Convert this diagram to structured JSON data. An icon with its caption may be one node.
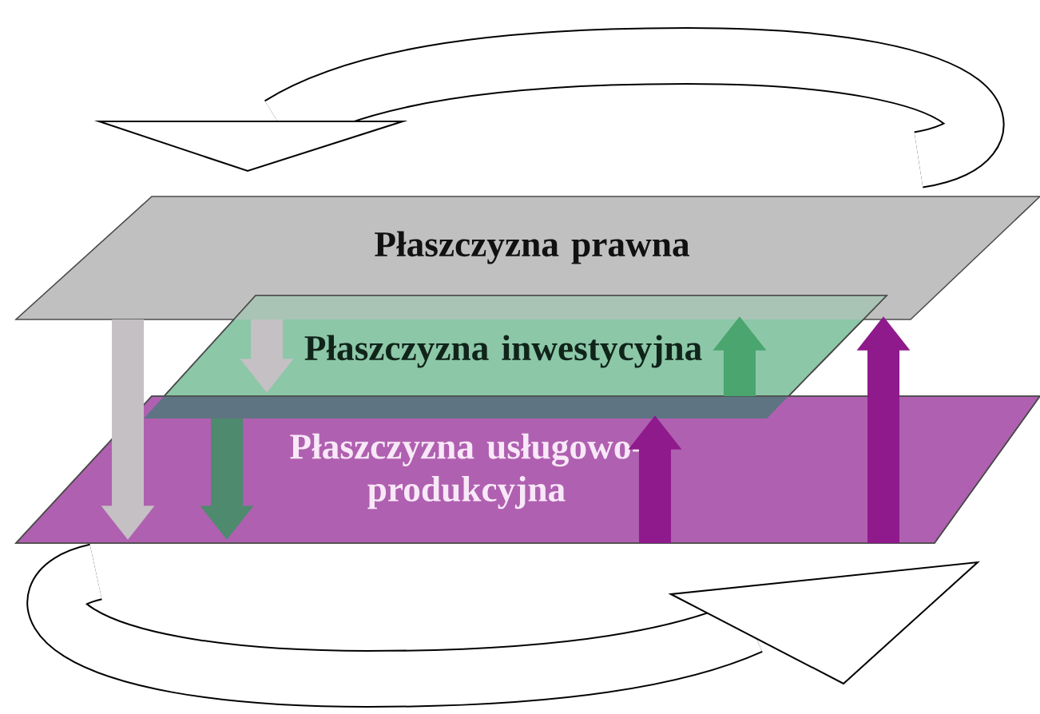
{
  "diagram": {
    "nodes": [
      {
        "text": [
          "Płaszczyzna prawna"
        ]
      },
      {
        "text": [
          "Płaszczyzna inwestycyjna"
        ]
      },
      {
        "text": [
          "Płaszczyzna usługowo-produkcyjna"
        ]
      }
    ],
    "edges": [
      {
        "from": 0,
        "to": 2,
        "arrow": "to",
        "color": "#c4c0c4"
      },
      {
        "from": 0,
        "to": 1,
        "arrow": "to",
        "color": "#c4c0c4"
      },
      {
        "from": 1,
        "to": 2,
        "arrow": "to",
        "color": "#4e8a6e"
      },
      {
        "from": 1,
        "to": 0,
        "arrow": "to",
        "color": "#4aa56e"
      },
      {
        "from": 2,
        "to": 1,
        "arrow": "to",
        "color": "#8e1a8c"
      },
      {
        "from": 2,
        "to": 0,
        "arrow": "to",
        "color": "#8e1a8c"
      }
    ]
  }
}
